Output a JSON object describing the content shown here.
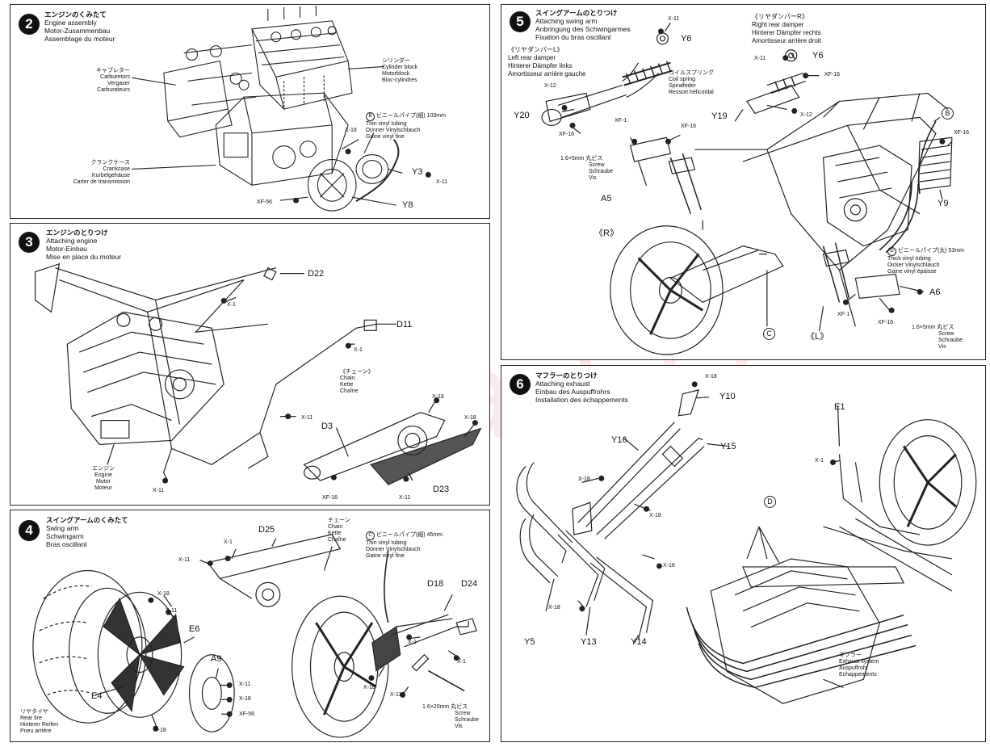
{
  "watermark": "modelartikl.cz",
  "steps": {
    "s2": {
      "number": "2",
      "title_jp": "エンジンのくみたて",
      "title_en": "Engine assembly",
      "title_de": "Motor-Zusammenbau",
      "title_fr": "Assemblage du moteur",
      "carburetors": [
        "キャブレター",
        "Carburetors",
        "Vergaser",
        "Carburateurs"
      ],
      "cylinder": [
        "シリンダー",
        "Cylinder block",
        "Motorblock",
        "Bloc-cylindres"
      ],
      "crankcase": [
        "クランクケース",
        "Crankcase",
        "Kurbelgehäuse",
        "Carter de transmission"
      ],
      "tubing": [
        "ビニールパイプ(細) 103mm",
        "Thin vinyl tubing",
        "Dünner Vinylschlauch",
        "Gaine vinyl fine"
      ],
      "tubing_marker": "B",
      "parts": {
        "x18": "X-18",
        "y3": "Y3",
        "x11": "X-11",
        "xf56": "XF-56",
        "y8": "Y8"
      }
    },
    "s3": {
      "number": "3",
      "title_jp": "エンジンのとりつけ",
      "title_en": "Attaching engine",
      "title_de": "Motor-Einbau",
      "title_fr": "Mise en place du moteur",
      "engine": [
        "エンジン",
        "Engine",
        "Motor",
        "Moteur"
      ],
      "chain": [
        "《チェーン》",
        "Chain",
        "Kette",
        "Chaîne"
      ],
      "parts": {
        "d22": "D22",
        "x1a": "X-1",
        "d11": "D11",
        "x1b": "X-1",
        "x11a": "X-11",
        "x11b": "X-11",
        "x11c": "X-11",
        "x18a": "X-18",
        "x18b": "X-18",
        "d3": "D3",
        "xf16": "XF-16",
        "d23": "D23"
      }
    },
    "s4": {
      "number": "4",
      "title_jp": "スイングアームのくみたて",
      "title_en": "Swing arm",
      "title_de": "Schwingarm",
      "title_fr": "Bras oscillant",
      "chain": [
        "チェーン",
        "Chain",
        "Kette",
        "Chaîne"
      ],
      "tubing": [
        "ビニールパイプ(細) 45mm",
        "Thin vinyl tubing",
        "Dünner Vinylschlauch",
        "Gaine vinyl fine"
      ],
      "tubing_marker": "C",
      "rear_tire": [
        "リヤタイヤ",
        "Rear tire",
        "Hinterer Reifen",
        "Pneu arrière"
      ],
      "screw": [
        "1.6×20mm 丸ビス",
        "Screw",
        "Schraube",
        "Vis"
      ],
      "parts": {
        "x1a": "X-1",
        "d25": "D25",
        "x11a": "X-11",
        "x18a": "X-18",
        "x11b": "X-11",
        "e6": "E6",
        "a9": "A9",
        "x11c": "X-11",
        "x18b": "X-18",
        "xf56": "XF-56",
        "e4": "E4",
        "x18c": "X-18",
        "d18": "D18",
        "d24": "D24",
        "x1b": "X-1",
        "x1c": "X-1",
        "x18d": "X-18",
        "x11d": "X-11"
      }
    },
    "s5": {
      "number": "5",
      "title_jp": "スイングアームのとりつけ",
      "title_en": "Attaching swing arm",
      "title_de": "Anbringung des Schwingarmes",
      "title_fr": "Fixation du bras oscillant",
      "left_damper": [
        "《リヤダンパーL》",
        "Left rear damper",
        "Hinterer Dämpfer links",
        "Amortisseur arrière gauche"
      ],
      "right_damper": [
        "《リヤダンパーR》",
        "Right rear damper",
        "Hinterer Dämpfer rechts",
        "Amortisseur arrière droit"
      ],
      "coil": [
        "コイルスプリング",
        "Coil spring",
        "Spiralfeder",
        "Ressort hélicoïdal"
      ],
      "screw": [
        "1.6×5mm 丸ビス",
        "Screw",
        "Schraube",
        "Vis"
      ],
      "screw2": [
        "1.6×5mm 丸ビス",
        "Screw",
        "Schraube",
        "Vis"
      ],
      "tubing": [
        "ビニールパイプ(太) 53mm",
        "Thick vinyl tubing",
        "Dicker Vinylschlauch",
        "Gaine vinyl épaisse"
      ],
      "tubing_marker": "D",
      "parts": {
        "x11a": "X-11",
        "y6a": "Y6",
        "x12a": "X-12",
        "y20": "Y20",
        "xf16a": "XF-16",
        "xf1a": "XF-1",
        "xf16b": "XF-16",
        "a5": "A5",
        "r": "《R》",
        "x11b": "X-11",
        "y6b": "Y6",
        "xf16c": "XF-16",
        "y19": "Y19",
        "x12b": "X-12",
        "b": "B",
        "xf16d": "XF-16",
        "y9": "Y9",
        "a6": "A6",
        "xf1b": "XF-1",
        "xf16e": "XF-16",
        "c": "C",
        "l": "《L》"
      }
    },
    "s6": {
      "number": "6",
      "title_jp": "マフラーのとりつけ",
      "title_en": "Attaching exhaust",
      "title_de": "Einbau des Auspuffrohrs",
      "title_fr": "Installation des échappements",
      "muffler": [
        "マフラー",
        "Exhaust system",
        "Auspuffrohr",
        "Echappements"
      ],
      "parts": {
        "x18a": "X-18",
        "y10": "Y10",
        "y16": "Y16",
        "y15": "Y15",
        "e1": "E1",
        "x1": "X-1",
        "x18b": "X-18",
        "x18c": "X-18",
        "x18d": "X-18",
        "x18e": "X-18",
        "d": "D",
        "y5": "Y5",
        "y13": "Y13",
        "y14": "Y14"
      }
    }
  }
}
